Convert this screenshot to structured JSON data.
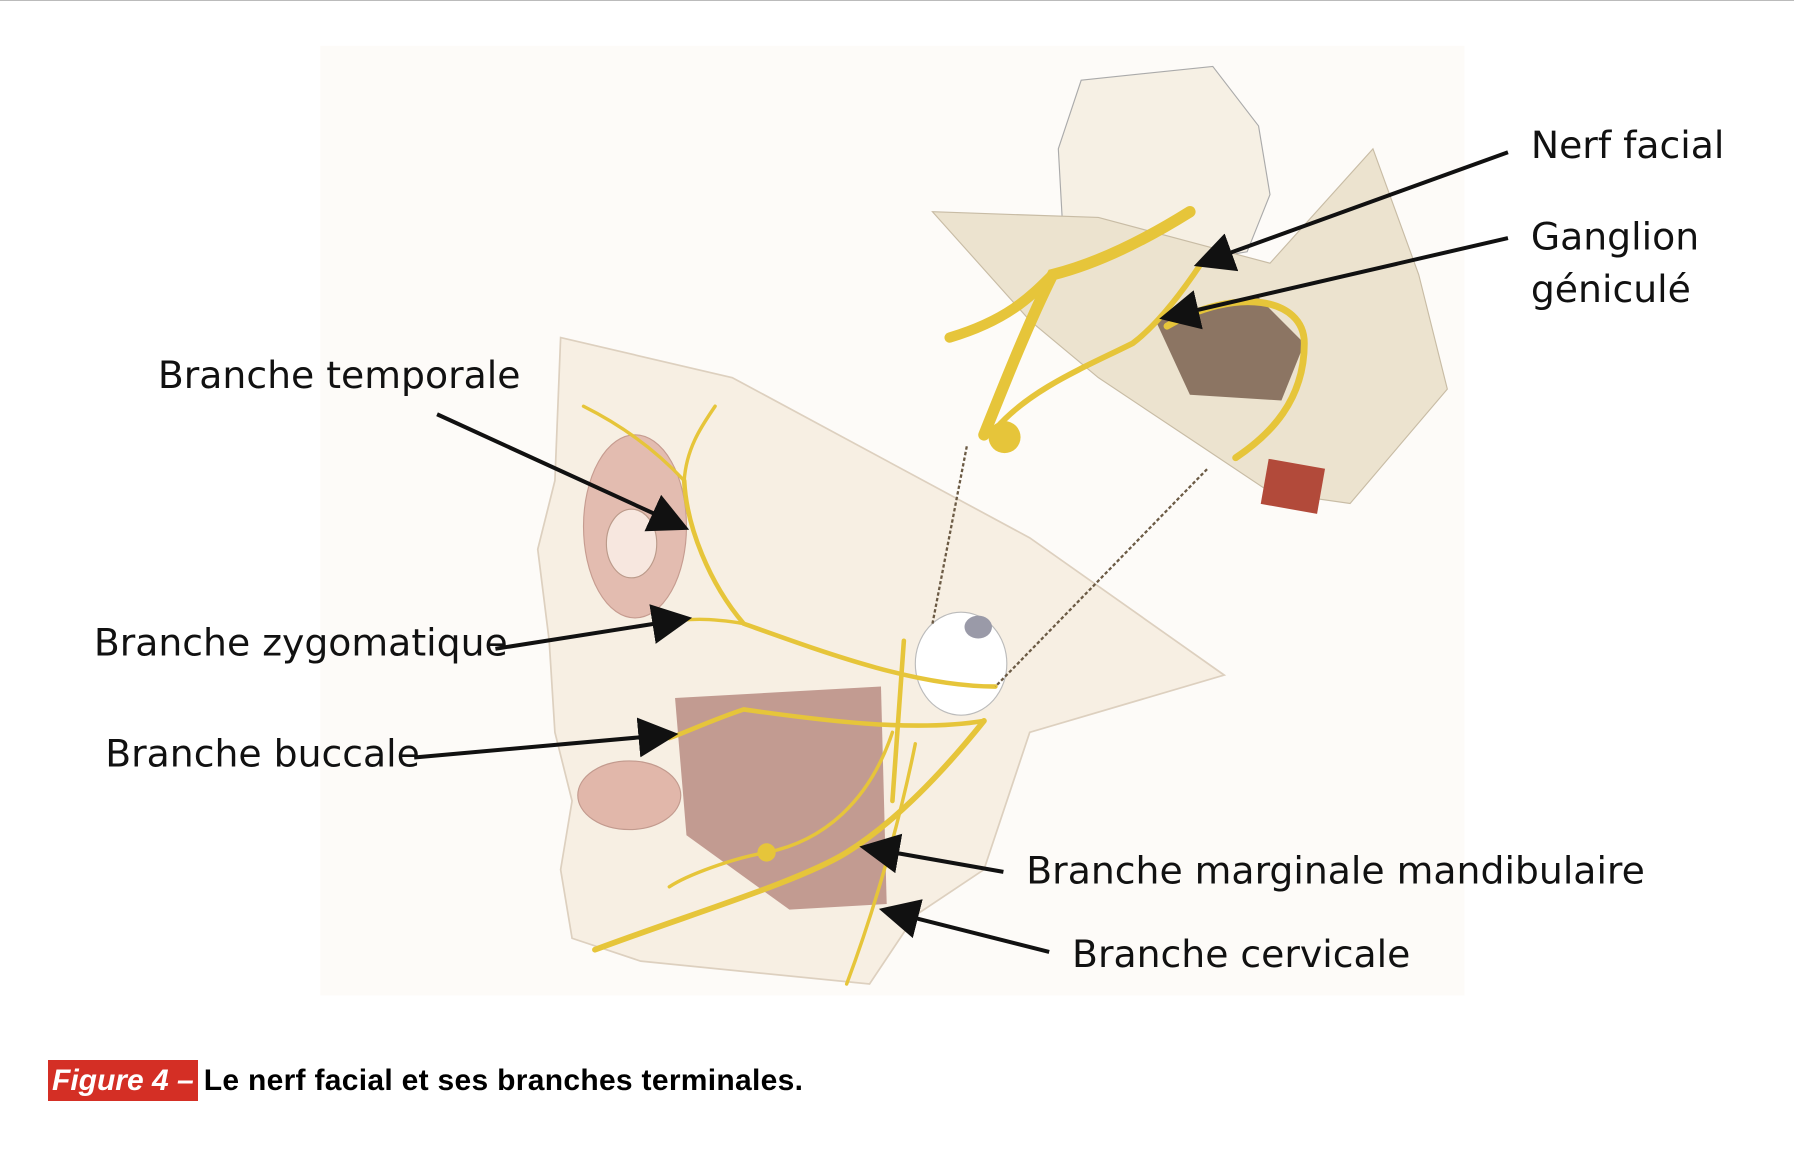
{
  "figure": {
    "labels": {
      "nerf_facial": "Nerf facial",
      "ganglion_line1": "Ganglion",
      "ganglion_line2": "géniculé",
      "temporale": "Branche temporale",
      "zygomatique": "Branche zygomatique",
      "buccale": "Branche buccale",
      "marginale": "Branche marginale mandibulaire",
      "cervicale": "Branche cervicale"
    },
    "colors": {
      "nerve": "#e6c53a",
      "skin": "#f6eee0",
      "muscle": "#b88c80",
      "caption_bg": "#d42f25"
    }
  },
  "caption": {
    "figure_number": "Figure 4 –",
    "text": "Le nerf facial et ses branches terminales."
  }
}
